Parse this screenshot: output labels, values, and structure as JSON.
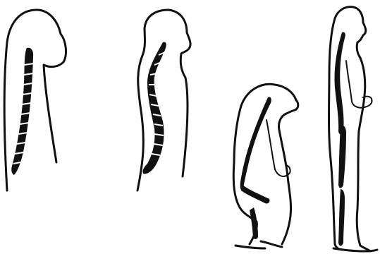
{
  "illustration": {
    "figures": [
      {
        "name": "ape-torso-spine",
        "spine_shape": "single-curve"
      },
      {
        "name": "human-torso-spine",
        "spine_shape": "s-curve"
      },
      {
        "name": "chimpanzee-skeleton",
        "posture": "bent-knee"
      },
      {
        "name": "human-skeleton",
        "posture": "upright"
      }
    ],
    "colors": {
      "line": "#111111",
      "background": "#ffffff"
    }
  }
}
